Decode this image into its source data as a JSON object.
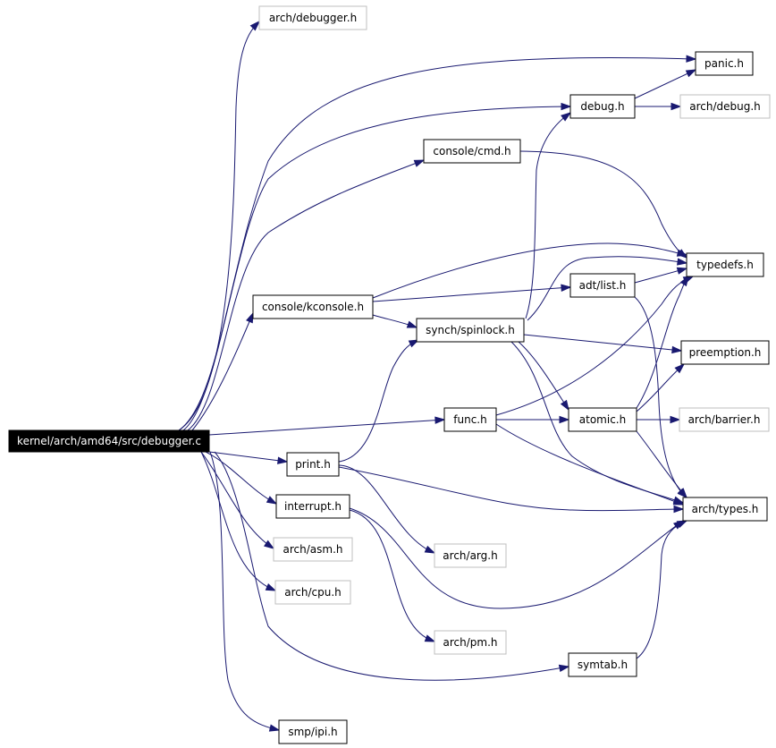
{
  "graph": {
    "root": "kernel/arch/amd64/src/debugger.c",
    "colors": {
      "edge": "#191970",
      "border": "#000000",
      "external_border": "#bfbfbf",
      "root_fill": "#000000",
      "root_text": "#ffffff"
    },
    "nodes": [
      {
        "id": "root",
        "label": "kernel/arch/amd64/src/debugger.c",
        "type": "root"
      },
      {
        "id": "arch_debugger_h",
        "label": "arch/debugger.h",
        "type": "external"
      },
      {
        "id": "panic_h",
        "label": "panic.h",
        "type": "internal"
      },
      {
        "id": "debug_h",
        "label": "debug.h",
        "type": "internal"
      },
      {
        "id": "arch_debug_h",
        "label": "arch/debug.h",
        "type": "external"
      },
      {
        "id": "console_cmd_h",
        "label": "console/cmd.h",
        "type": "internal"
      },
      {
        "id": "typedefs_h",
        "label": "typedefs.h",
        "type": "internal"
      },
      {
        "id": "adt_list_h",
        "label": "adt/list.h",
        "type": "internal"
      },
      {
        "id": "console_kconsole_h",
        "label": "console/kconsole.h",
        "type": "internal"
      },
      {
        "id": "synch_spinlock_h",
        "label": "synch/spinlock.h",
        "type": "internal"
      },
      {
        "id": "preemption_h",
        "label": "preemption.h",
        "type": "internal"
      },
      {
        "id": "func_h",
        "label": "func.h",
        "type": "internal"
      },
      {
        "id": "atomic_h",
        "label": "atomic.h",
        "type": "internal"
      },
      {
        "id": "arch_barrier_h",
        "label": "arch/barrier.h",
        "type": "external"
      },
      {
        "id": "print_h",
        "label": "print.h",
        "type": "internal"
      },
      {
        "id": "interrupt_h",
        "label": "interrupt.h",
        "type": "internal"
      },
      {
        "id": "arch_types_h",
        "label": "arch/types.h",
        "type": "internal"
      },
      {
        "id": "arch_asm_h",
        "label": "arch/asm.h",
        "type": "external"
      },
      {
        "id": "arch_arg_h",
        "label": "arch/arg.h",
        "type": "external"
      },
      {
        "id": "arch_cpu_h",
        "label": "arch/cpu.h",
        "type": "external"
      },
      {
        "id": "arch_pm_h",
        "label": "arch/pm.h",
        "type": "external"
      },
      {
        "id": "symtab_h",
        "label": "symtab.h",
        "type": "internal"
      },
      {
        "id": "smp_ipi_h",
        "label": "smp/ipi.h",
        "type": "internal"
      }
    ],
    "edges": [
      [
        "root",
        "arch_debugger_h"
      ],
      [
        "root",
        "panic_h"
      ],
      [
        "root",
        "debug_h"
      ],
      [
        "root",
        "console_cmd_h"
      ],
      [
        "root",
        "console_kconsole_h"
      ],
      [
        "root",
        "func_h"
      ],
      [
        "root",
        "print_h"
      ],
      [
        "root",
        "interrupt_h"
      ],
      [
        "root",
        "arch_asm_h"
      ],
      [
        "root",
        "arch_cpu_h"
      ],
      [
        "root",
        "symtab_h"
      ],
      [
        "root",
        "smp_ipi_h"
      ],
      [
        "debug_h",
        "panic_h"
      ],
      [
        "debug_h",
        "arch_debug_h"
      ],
      [
        "console_cmd_h",
        "typedefs_h"
      ],
      [
        "console_kconsole_h",
        "typedefs_h"
      ],
      [
        "console_kconsole_h",
        "adt_list_h"
      ],
      [
        "console_kconsole_h",
        "synch_spinlock_h"
      ],
      [
        "adt_list_h",
        "typedefs_h"
      ],
      [
        "adt_list_h",
        "arch_types_h"
      ],
      [
        "synch_spinlock_h",
        "debug_h"
      ],
      [
        "synch_spinlock_h",
        "typedefs_h"
      ],
      [
        "synch_spinlock_h",
        "preemption_h"
      ],
      [
        "synch_spinlock_h",
        "atomic_h"
      ],
      [
        "synch_spinlock_h",
        "arch_types_h"
      ],
      [
        "func_h",
        "typedefs_h"
      ],
      [
        "func_h",
        "atomic_h"
      ],
      [
        "func_h",
        "arch_types_h"
      ],
      [
        "atomic_h",
        "typedefs_h"
      ],
      [
        "atomic_h",
        "preemption_h"
      ],
      [
        "atomic_h",
        "arch_barrier_h"
      ],
      [
        "atomic_h",
        "arch_types_h"
      ],
      [
        "print_h",
        "synch_spinlock_h"
      ],
      [
        "print_h",
        "arch_arg_h"
      ],
      [
        "print_h",
        "arch_types_h"
      ],
      [
        "interrupt_h",
        "arch_types_h"
      ],
      [
        "interrupt_h",
        "arch_pm_h"
      ],
      [
        "symtab_h",
        "arch_types_h"
      ]
    ]
  }
}
